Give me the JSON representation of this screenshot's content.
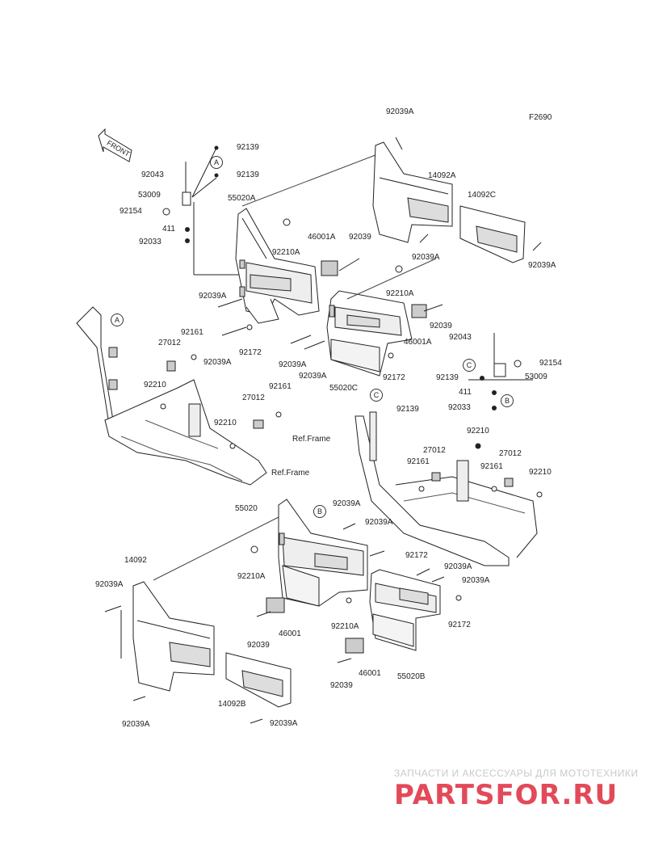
{
  "figure_code": "F2690",
  "front_label": "FRONT",
  "ref_frame": "Ref.Frame",
  "ref_frame_alt": "Ref.Frame",
  "callouts": {
    "a": "A",
    "b": "B",
    "c": "C"
  },
  "labels": {
    "l92039A_top": "92039A",
    "l92139_1": "92139",
    "l92139_2": "92139",
    "l92043": "92043",
    "l53009": "53009",
    "l92154": "92154",
    "l411": "411",
    "l92033": "92033",
    "l55020A": "55020A",
    "l14092A": "14092A",
    "l14092C": "14092C",
    "l92210A_1": "92210A",
    "l46001A_1": "46001A",
    "l92039_1": "92039",
    "l92039A_2": "92039A",
    "l92039A_3": "92039A",
    "l92039A_4": "92039A",
    "l92210A_2": "92210A",
    "l92039_2": "92039",
    "l46001A_2": "46001A",
    "l92161_1": "92161",
    "l27012_1": "27012",
    "l92039A_5": "92039A",
    "l92172_1": "92172",
    "l92039A_6": "92039A",
    "l92039A_7": "92039A",
    "l55020C": "55020C",
    "l92172_2": "92172",
    "l92043_r": "92043",
    "l92154_r": "92154",
    "l53009_r": "53009",
    "l92139_r": "92139",
    "l411_r": "411",
    "l92033_r": "92033",
    "l92210_1": "92210",
    "l27012_2": "27012",
    "l92161_2": "92161",
    "l92210_2": "92210",
    "l92139_c": "92139",
    "l92210_3": "92210",
    "l27012_3": "27012",
    "l27012_4": "27012",
    "l92161_3": "92161",
    "l92161_4": "92161",
    "l92210_4": "92210",
    "l55020": "55020",
    "l92039A_8": "92039A",
    "l92039A_9": "92039A",
    "l92172_3": "92172",
    "l14092": "14092",
    "l92039A_10": "92039A",
    "l92039A_11": "92039A",
    "l92039A_12": "92039A",
    "l92210A_3": "92210A",
    "l46001_1": "46001",
    "l92039_3": "92039",
    "l92210A_4": "92210A",
    "l92172_4": "92172",
    "l46001_2": "46001",
    "l55020B": "55020B",
    "l92039_4": "92039",
    "l14092B": "14092B",
    "l92039A_13": "92039A",
    "l92039A_14": "92039A"
  },
  "watermark": {
    "tagline": "ЗАПЧАСТИ И АКСЕССУАРЫ ДЛЯ МОТОТЕХНИКИ",
    "brand": "PARTSFOR.RU"
  }
}
